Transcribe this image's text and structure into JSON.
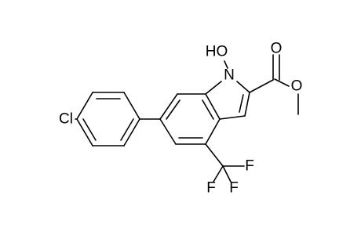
{
  "molecule": {
    "atom_labels": {
      "chlorine": "Cl",
      "nitrogen": "N",
      "hydroxyl": "HO",
      "carbonyl_oxygen": "O",
      "ester_oxygen": "O",
      "fluorine_1": "F",
      "fluorine_2": "F",
      "fluorine_3": "F"
    }
  },
  "colors": {
    "bond": "#000000",
    "label": "#000000",
    "background": "#ffffff"
  }
}
